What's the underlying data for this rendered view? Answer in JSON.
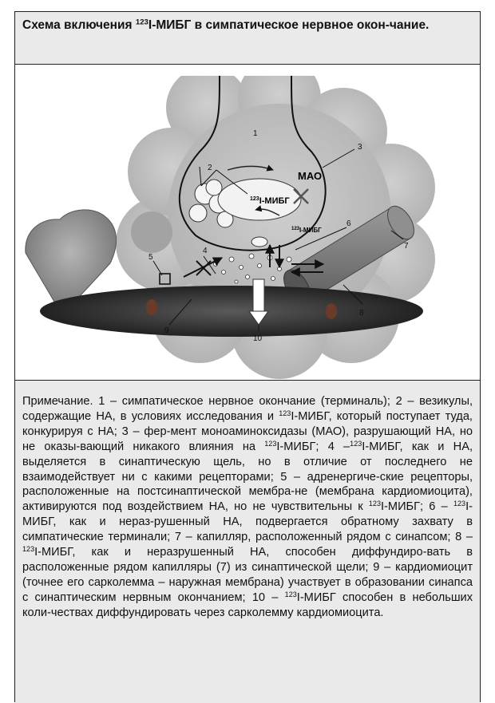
{
  "title": {
    "prefix": "Схема включения ",
    "isotope": "123",
    "suffix": "I-МИБГ в симпатическое нервное окон-чание."
  },
  "figure": {
    "label_mibg_inside": "I-МИБГ",
    "label_mibg_inside_sup": "123",
    "label_mao": "МАО",
    "label_mibg_uptake": "I-МИБГ",
    "label_mibg_uptake_sup": "123",
    "numbers": [
      "1",
      "2",
      "3",
      "4",
      "5",
      "6",
      "7",
      "8",
      "9",
      "10"
    ],
    "colors": {
      "cloud": "#bdbdbd",
      "heart": "#8c8c8c",
      "membrane": "#333333",
      "capillary": "#7a7a7a",
      "vesicle": "#f2f2f2"
    }
  },
  "note": {
    "segments": [
      {
        "t": "Примечание. 1 – симпатическое нервное окончание (терминаль); 2 – везикулы, содержащие НА, в условиях исследования и "
      },
      {
        "sup": "123"
      },
      {
        "t": "I-МИБГ, который поступает туда, конкурируя с НА; 3 – фер-мент моноаминоксидазы (МАО), разрушающий НА, но не оказы-вающий никакого влияния на "
      },
      {
        "sup": "123"
      },
      {
        "t": "I-МИБГ; 4 –"
      },
      {
        "sup": "123"
      },
      {
        "t": "I-МИБГ, как и НА, выделяется в синаптическую щель, но в отличие от последнего не взаимодействует ни с какими рецепторами; 5 – адренергиче-ские рецепторы, расположенные на постсинаптической мембра-не (мембрана кардиомиоцита), активируются под воздействием НА, но не чувствительны к "
      },
      {
        "sup": "123"
      },
      {
        "t": "I-МИБГ; 6 – "
      },
      {
        "sup": "123"
      },
      {
        "t": "I-МИБГ, как и нераз-рушенный НА, подвергается обратному захвату в симпатические терминали; 7 – капилляр, расположенный рядом с синапсом; 8 – "
      },
      {
        "sup": "123"
      },
      {
        "t": "I-МИБГ, как и неразрушенный НА, способен диффундиро-вать в расположенные рядом капилляры (7) из синаптической щели; 9 – кардиомиоцит (точнее его сарколемма – наружная мембрана) участвует в образовании синапса с синаптическим нервным окончанием; 10 – "
      },
      {
        "sup": "123"
      },
      {
        "t": "I-МИБГ способен в небольших коли-чествах диффундировать через сарколемму кардиомиоцита."
      }
    ]
  }
}
